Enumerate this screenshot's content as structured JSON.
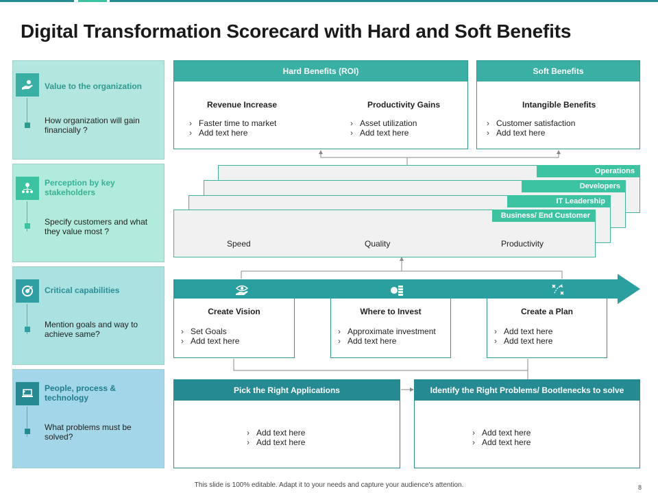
{
  "title": "Digital Transformation Scorecard with Hard and Soft Benefits",
  "colors": {
    "teal_dark": "#258a92",
    "teal": "#3aafa4",
    "teal_light": "#3cc4a2",
    "panel_1": "#b3e6df",
    "panel_2": "#b1ebdc",
    "panel_3": "#a9e2e0",
    "panel_4": "#a3d6e8"
  },
  "left_panels": [
    {
      "icon": "hand-money-icon",
      "heading": "Value to the organization",
      "text": "How organization will gain financially ?"
    },
    {
      "icon": "stakeholders-icon",
      "heading": "Perception by key stakeholders",
      "text": "Specify customers and what they value most ?"
    },
    {
      "icon": "target-icon",
      "heading": "Critical capabilities",
      "text": "Mention goals and way to achieve same?"
    },
    {
      "icon": "laptop-person-icon",
      "heading": "People, process & technology",
      "text": "What problems must be solved?"
    }
  ],
  "hard_benefits": {
    "header": "Hard Benefits (ROI)",
    "col1": {
      "title": "Revenue Increase",
      "items": [
        "Faster time to market",
        "Add text here"
      ]
    },
    "col2": {
      "title": "Productivity Gains",
      "items": [
        "Asset utilization",
        "Add text here"
      ]
    }
  },
  "soft_benefits": {
    "header": "Soft Benefits",
    "col1": {
      "title": "Intangible Benefits",
      "items": [
        "Customer satisfaction",
        "Add text here"
      ]
    }
  },
  "layers": {
    "labels": [
      "Operations",
      "Developers",
      "IT Leadership",
      "Business/ End Customer"
    ],
    "metrics": [
      "Speed",
      "Quality",
      "Productivity"
    ]
  },
  "steps": [
    {
      "icon": "hand-eye-icon",
      "title": "Create Vision",
      "items": [
        "Set Goals",
        "Add text here"
      ]
    },
    {
      "icon": "coins-icon",
      "title": "Where to Invest",
      "items": [
        "Approximate investment",
        "Add text here"
      ]
    },
    {
      "icon": "plan-icon",
      "title": "Create a Plan",
      "items": [
        "Add text here",
        "Add text here"
      ]
    }
  ],
  "bottom": {
    "left": {
      "header": "Pick the Right Applications",
      "items": [
        "Add text here",
        "Add text here"
      ]
    },
    "right": {
      "header": "Identify the Right Problems/ Bootlenecks to solve",
      "items": [
        "Add text here",
        "Add text here"
      ]
    }
  },
  "footer": "This slide is 100% editable. Adapt it to your needs and capture your audience's attention.",
  "page_number": "8"
}
